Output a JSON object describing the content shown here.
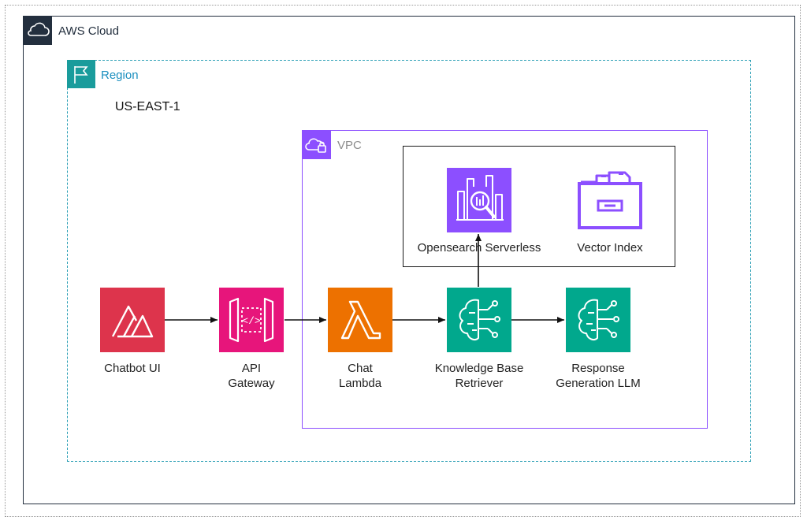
{
  "containers": {
    "aws_cloud": "AWS Cloud",
    "region": "Region",
    "region_name": "US-EAST-1",
    "vpc": "VPC"
  },
  "services": {
    "chatbot_ui": {
      "line1": "Chatbot UI",
      "icon": "amplify-icon",
      "color": "#dd344c"
    },
    "api_gateway": {
      "line1": "API",
      "line2": "Gateway",
      "icon": "api-gateway-icon",
      "color": "#e7157b"
    },
    "chat_lambda": {
      "line1": "Chat",
      "line2": "Lambda",
      "icon": "lambda-icon",
      "color": "#ed7100"
    },
    "kb_retriever": {
      "line1": "Knowledge Base",
      "line2": "Retriever",
      "icon": "bedrock-brain-icon",
      "color": "#01a88d"
    },
    "response_llm": {
      "line1": "Response",
      "line2": "Generation LLM",
      "icon": "bedrock-brain-icon",
      "color": "#01a88d"
    },
    "opensearch": {
      "line1": "Opensearch Serverless",
      "icon": "opensearch-icon",
      "color": "#8c4fff"
    },
    "vector_index": {
      "line1": "Vector Index",
      "icon": "file-cabinet-icon",
      "color": "#8c4fff"
    }
  }
}
